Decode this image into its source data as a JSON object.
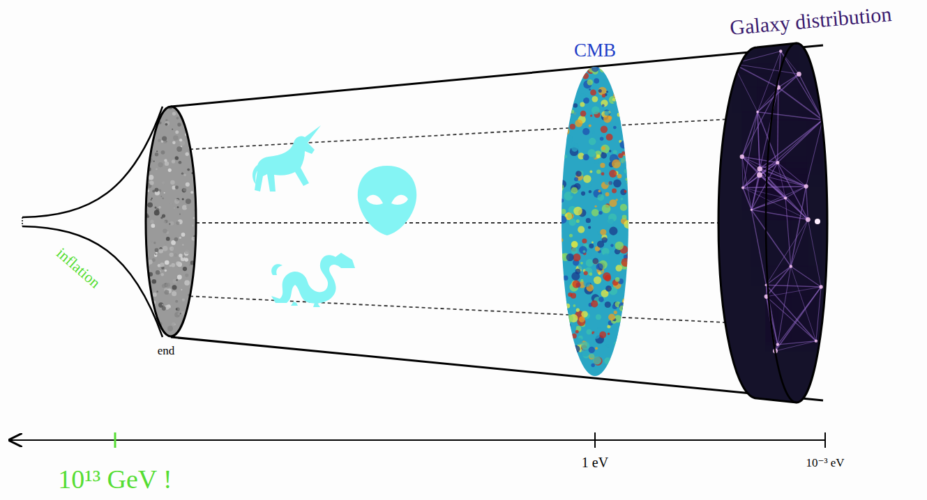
{
  "diagram": {
    "labels": [
      "Galaxy distribution",
      "CMB",
      "inflation",
      "end",
      "10¹³ GeV !",
      "1 eV",
      "10⁻³ eV"
    ]
  }
}
